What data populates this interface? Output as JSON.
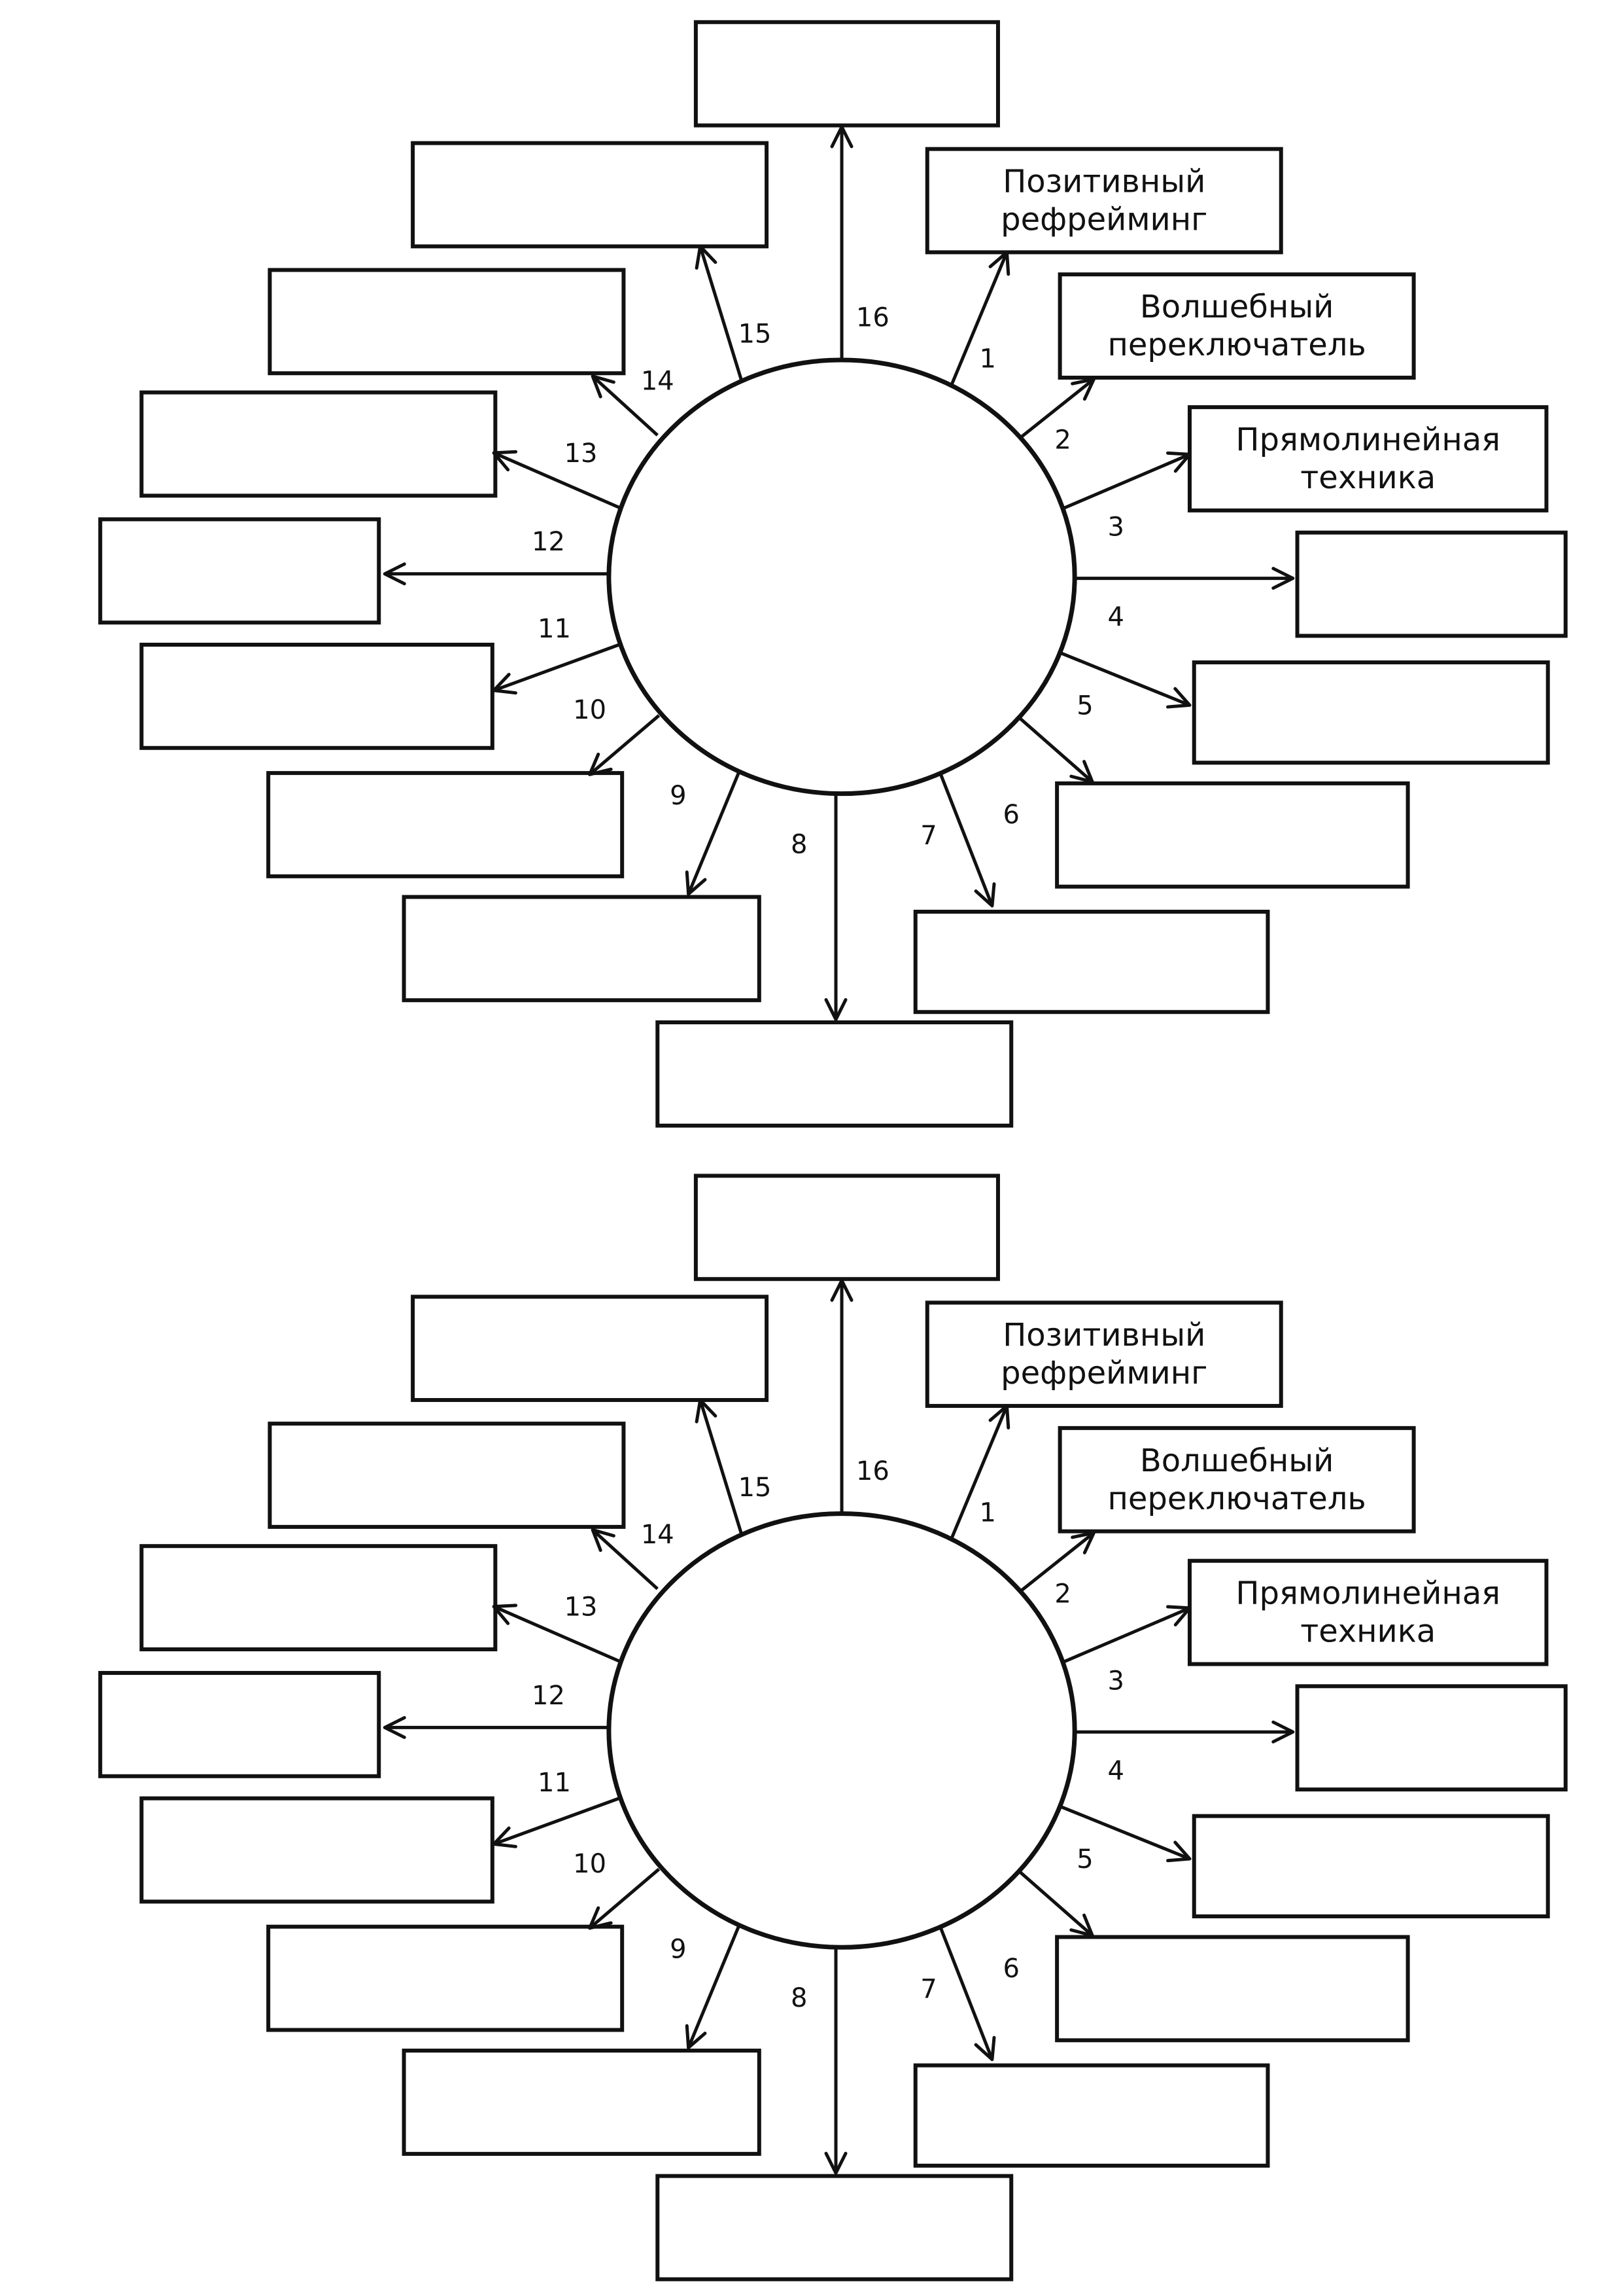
{
  "diagrams": [
    {
      "labels": {
        "1": [
          "Позитивный",
          "рефрейминг"
        ],
        "2": [
          "Волшебный",
          "переключатель"
        ],
        "3": [
          "Прямолинейная",
          "техника"
        ]
      }
    },
    {
      "labels": {
        "1": [
          "Позитивный",
          "рефрейминг"
        ],
        "2": [
          "Волшебный",
          "переключатель"
        ],
        "3": [
          "Прямолинейная",
          "техника"
        ]
      }
    }
  ],
  "spoke_numbers": [
    "1",
    "2",
    "3",
    "4",
    "5",
    "6",
    "7",
    "8",
    "9",
    "10",
    "11",
    "12",
    "13",
    "14",
    "15",
    "16"
  ],
  "colors": {
    "ink": "#111111",
    "paper": "#ffffff"
  }
}
